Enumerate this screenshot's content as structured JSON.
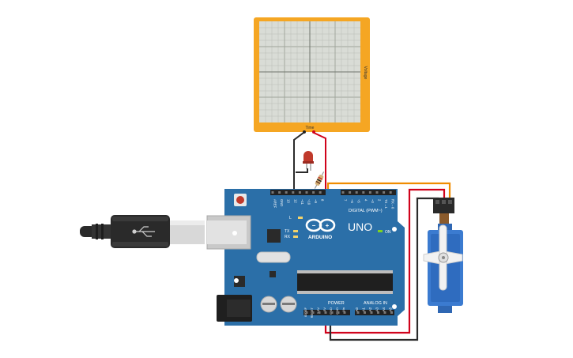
{
  "oscilloscope": {
    "x_label": "Time",
    "y_label": "Voltage",
    "frame_color": "#f5a623",
    "screen_color": "#d9dcd6",
    "grid_color": "#b9bdb5"
  },
  "arduino": {
    "brand": "ARDUINO",
    "model": "UNO",
    "board_color": "#2b6fa8",
    "header_digital": "DIGITAL (PWM~)",
    "header_power": "POWER",
    "header_analog": "ANALOG IN",
    "on_label": "ON",
    "tx_label": "TX",
    "rx_label": "RX",
    "l_label": "L",
    "digital_pins": [
      "AREF",
      "GND",
      "13",
      "12",
      "~11",
      "~10",
      "~9",
      "8",
      "7",
      "~6",
      "~5",
      "4",
      "~3",
      "2",
      "TX→1",
      "RX←0"
    ],
    "power_pins": [
      "IOREF",
      "RESET",
      "3.3V",
      "5V",
      "GND",
      "GND",
      "Vin"
    ],
    "analog_pins": [
      "A0",
      "A1",
      "A2",
      "A3",
      "A4",
      "A5"
    ]
  },
  "wire_colors": {
    "red": "#d0021b",
    "black": "#2b2b2b",
    "orange": "#f08c00"
  },
  "components": {
    "led_color": "#c0392b",
    "servo_color": "#3b7bd0",
    "usb_cable_color": "#2a2a2a"
  }
}
